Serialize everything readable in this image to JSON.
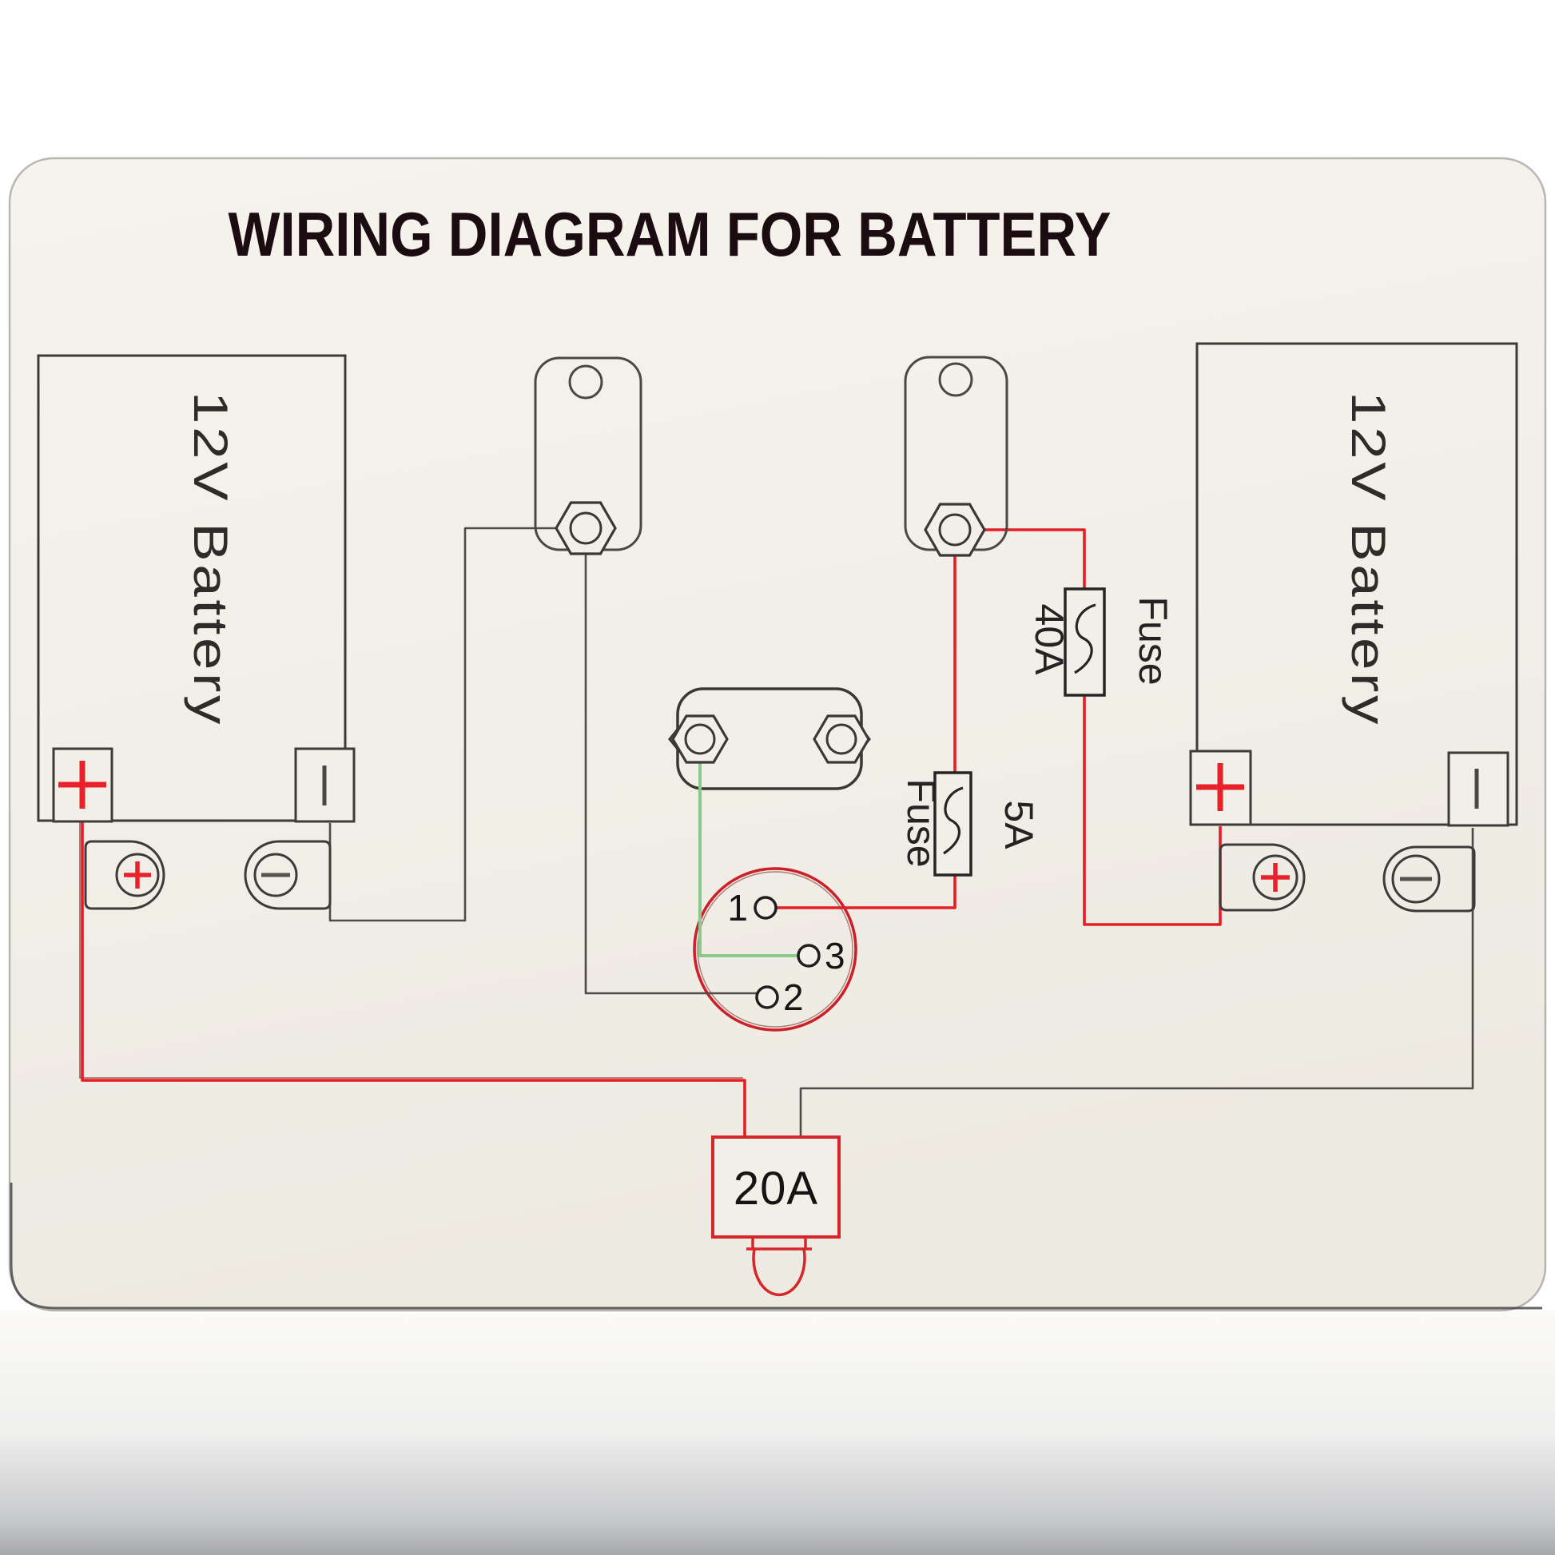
{
  "title": "WIRING DIAGRAM FOR BATTERY",
  "batteries": {
    "left": {
      "label": "12V Battery",
      "positive": "+",
      "negative": "−"
    },
    "right": {
      "label": "12V Battery",
      "positive": "+",
      "negative": "−"
    }
  },
  "fuses": {
    "fuse_40a": {
      "rating": "40A",
      "label": "Fuse"
    },
    "fuse_5a": {
      "label": "Fuse",
      "rating": "5A"
    },
    "fuse_20a": {
      "rating": "20A"
    }
  },
  "switch": {
    "terminal_1": "1",
    "terminal_3": "3",
    "terminal_2": "2"
  },
  "colors": {
    "wire_positive_red": "#e51d25",
    "wire_ground_gray": "#4f4b49",
    "wire_switch_green": "#8bc88b",
    "switch_circle_red": "#cb2027",
    "fuse20_box_red": "#d6252b",
    "outline_gray": "#3d3a3a",
    "panel_background": "#f2efe8"
  }
}
